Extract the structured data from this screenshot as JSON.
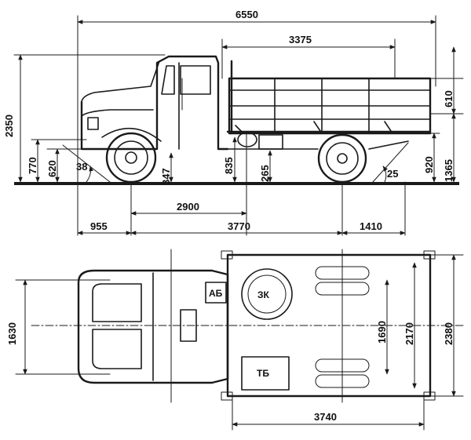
{
  "side_view": {
    "overall_length": "6550",
    "body_length": "3375",
    "overall_height": "2350",
    "body_side_height": "610",
    "platform_height": "1365",
    "rear_platform_height": "920",
    "front_bumper_height": "770",
    "front_overhang_height": "620",
    "approach_angle": "38",
    "departure_angle": "25",
    "front_clearance": "347",
    "mid_height": "835",
    "ground_clearance": "265",
    "wheelbase_partial": "2900",
    "front_overhang": "955",
    "wheelbase": "3770",
    "rear_overhang": "1410"
  },
  "top_view": {
    "front_track": "1630",
    "rear_track": "1690",
    "body_inner_width": "2170",
    "overall_width": "2380",
    "body_inner_length": "3740",
    "battery_label": "АБ",
    "spare_wheel_label": "ЗК",
    "fuel_tank_label": "ТБ"
  }
}
